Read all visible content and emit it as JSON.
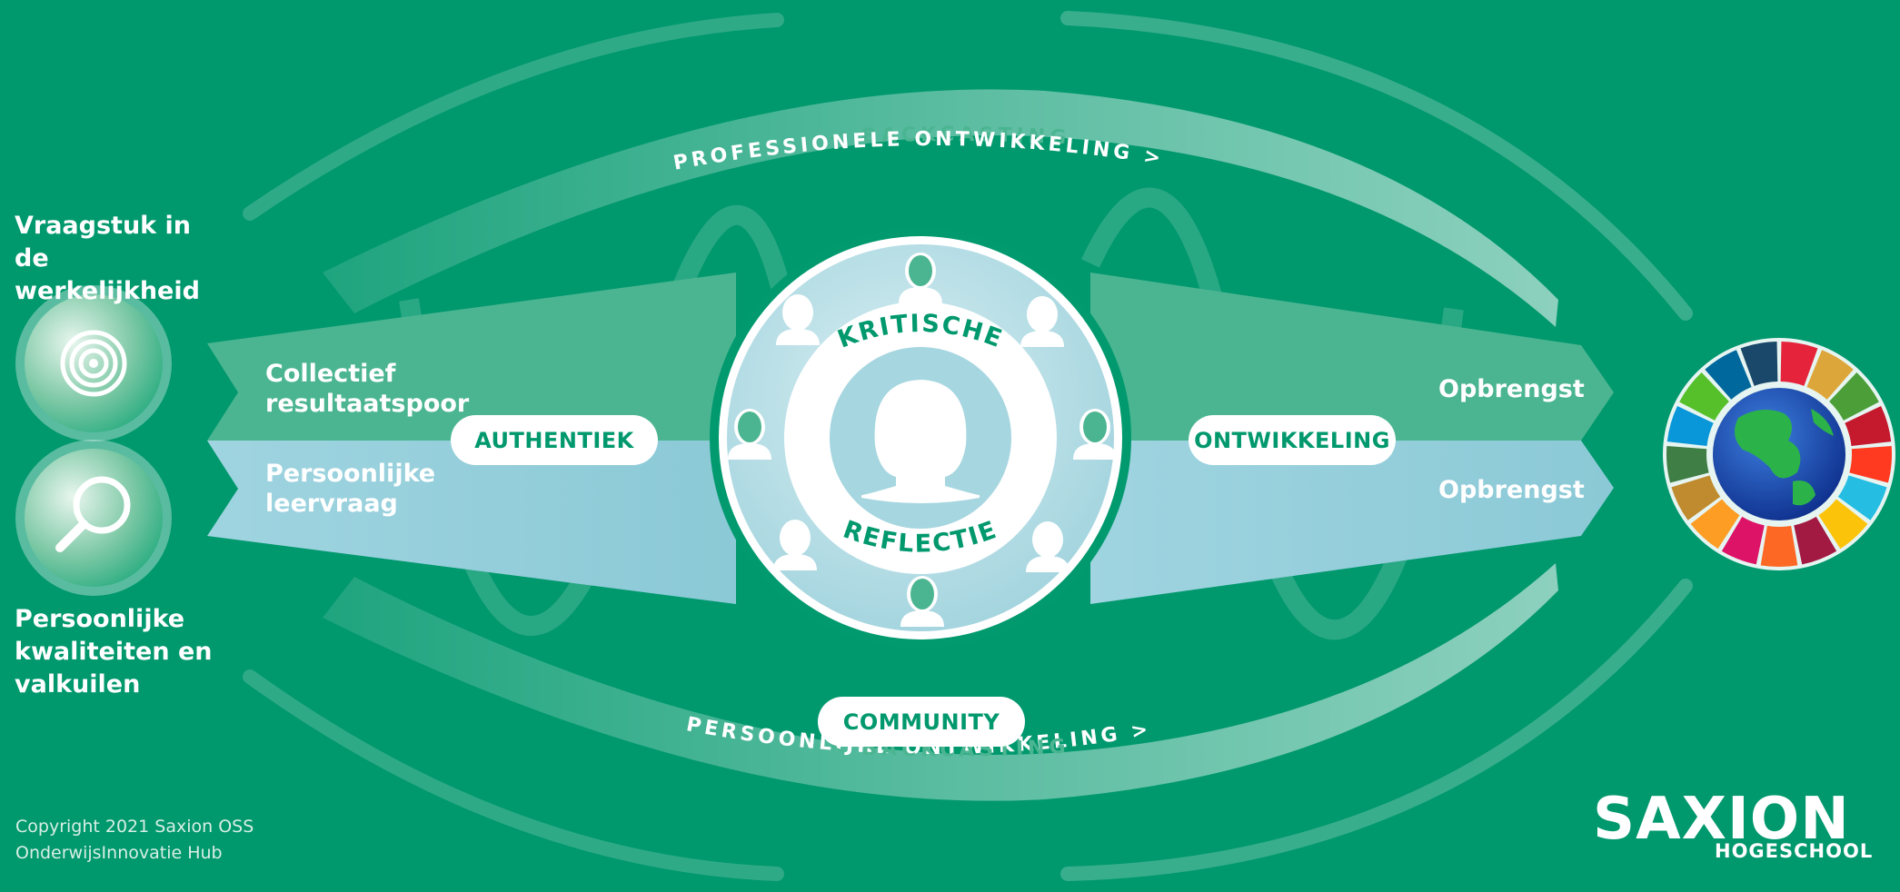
{
  "colors": {
    "background": "#00986d",
    "green_band": "#4bb591",
    "blue_band": "#8ccbd8",
    "pale_arc": "#a8d9bf",
    "pill_text": "#00986d"
  },
  "arcs": {
    "top_outer": "< BACKCASTING",
    "top_inner": "PROFESSIONELE ONTWIKKELING >",
    "bottom_inner": "PERSOONLIJKE ONTWIKKELING >",
    "bottom_outer": "< BACKCASTING"
  },
  "left": {
    "top_label": "Vraagstuk in de werkelijkheid",
    "top_icon": "target-icon",
    "bottom_icon": "magnifier-icon",
    "bottom_label": "Persoonlijke kwaliteiten en valkuilen"
  },
  "bands": {
    "green_in": "Collectief resultaatspoor",
    "blue_in": "Persoonlijke leervraag",
    "green_out": "Opbrengst",
    "blue_out": "Opbrengst"
  },
  "pills": {
    "left": "AUTHENTIEK",
    "right": "ONTWIKKELING",
    "bottom": "COMMUNITY"
  },
  "center": {
    "top_word": "KRITISCHE",
    "bottom_word": "REFLECTIE",
    "person_icon": "person-icon",
    "community_icon": "group-people-icon"
  },
  "sdg": {
    "icon": "sdg-globe-icon"
  },
  "footer": {
    "copyright_line1": "Copyright 2021 Saxion OSS",
    "copyright_line2": "OnderwijsInnovatie Hub"
  },
  "logo": {
    "name": "SAXION",
    "sub": "HOGESCHOOL"
  }
}
